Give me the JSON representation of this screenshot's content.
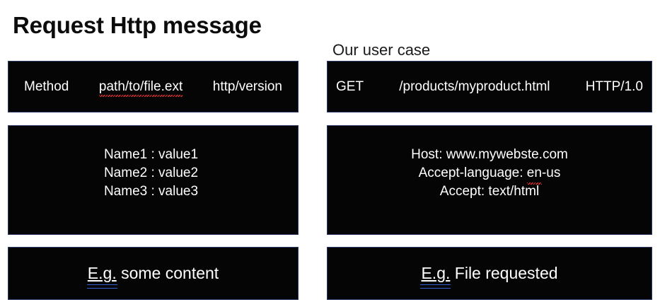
{
  "slide": {
    "title": "Request Http message",
    "background_color": "#ffffff",
    "block_color": "#050505",
    "block_border_color": "#2b3a68",
    "text_color": "#ffffff",
    "spell_error_color": "#e03030",
    "grammar_error_color": "#2f5fd0"
  },
  "left_column": {
    "caption": "",
    "start_line": {
      "method": "Method",
      "path": "path/to/file.ext",
      "version": "http/version",
      "path_spelling_flagged": "file.ext"
    },
    "headers": [
      "Name1 : value1",
      "Name2 : value2",
      "Name3 : value3"
    ],
    "body": {
      "prefix": "E.g.",
      "text": "some content"
    }
  },
  "right_column": {
    "caption": "Our user case",
    "start_line": {
      "method": "GET",
      "path": "/products/myproduct.html",
      "version": "HTTP/1.0"
    },
    "headers": [
      "Host: www.mywebste.com",
      "Accept-language: en-us",
      "Accept: text/html"
    ],
    "headers_parts": {
      "line2_prefix": "Accept-language: ",
      "line2_flagged": "en",
      "line2_suffix": "-us"
    },
    "body": {
      "prefix": "E.g.",
      "text": "File requested"
    }
  }
}
